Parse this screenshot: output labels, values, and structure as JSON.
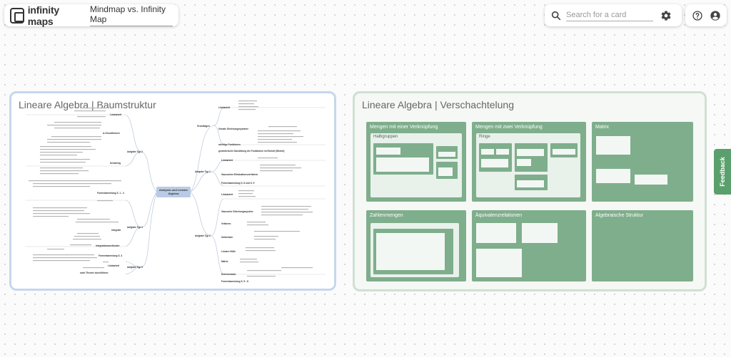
{
  "brand": {
    "logo_text": "infinity maps",
    "map_title": "Mindmap vs. Infinity Map"
  },
  "search": {
    "placeholder": "Search for a card"
  },
  "icons": {
    "search": "search-icon",
    "settings": "gear-icon",
    "help": "help-circle-icon",
    "account": "account-circle-icon"
  },
  "colors": {
    "accent_green": "#7fae8c",
    "blue_border": "#c6d7ec",
    "green_border": "#cfe0d3",
    "center_node": "#b9cbe4",
    "feedback": "#5aa06c"
  },
  "card_tree": {
    "title": "Lineare Algebra | Baumstruktur",
    "center": "Analysis und Lineare Algebra",
    "branches": {
      "grundlagen": "Grundlagen",
      "typ1_right": "Aufgabe Typ 1",
      "typ2_right": "Aufgabe Typ 2",
      "typ3_left": "Aufgabe Typ 3",
      "typ4_left": "Aufgabe Typ 4",
      "typ5_left": "Aufgabe Typ 5"
    },
    "right_items": [
      "Lösbarkeit",
      "Gerade Gleichungssysteme",
      "wichtige Funktionen",
      "geometrische Darstellung der Funktionen im Einheit (Winkel)",
      "Lösbarkeit",
      "Gaussches Eliminationsverfahren",
      "Formelsammlung S. 8 und S. 9",
      "Lösbarkeit",
      "Gaussche Gleichungssystem",
      "Vektoren",
      "Untarraum",
      "Lineare Hülle",
      "Matrix",
      "Determinante",
      "Formelsammlung S. 5 - 8"
    ],
    "left_items": [
      "Lösbarkeit",
      "A-Grundformen",
      "Schwierig",
      "Formelsammlung S. 1 - 3",
      "Integrale",
      "Integrationsmethoden",
      "Formelsammlung S. 3",
      "Lösbarkeit",
      "nach Theorie durchführen"
    ]
  },
  "card_nested": {
    "title": "Lineare Algebra | Verschachtelung",
    "boxes": [
      {
        "label": "Mengen mit einer Verknüpfung",
        "sub": "Halbgruppen"
      },
      {
        "label": "Mengen mit zwei Verknüpfung",
        "sub": "Ringe"
      },
      {
        "label": "Matrix",
        "sub": ""
      },
      {
        "label": "Zahlenmengen",
        "sub": ""
      },
      {
        "label": "Äquivalenzrelationen",
        "sub": ""
      },
      {
        "label": "Algebraische Struktur",
        "sub": ""
      }
    ]
  },
  "feedback": {
    "label": "Feedback"
  }
}
